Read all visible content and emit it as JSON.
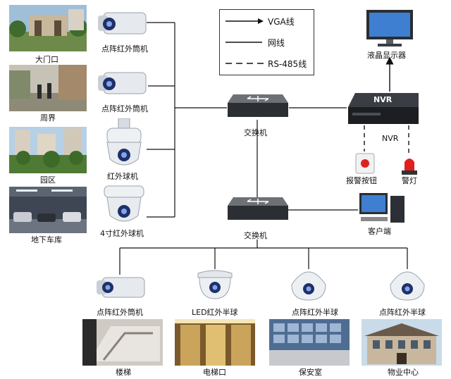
{
  "legend": {
    "vga": "VGA线",
    "network": "网线",
    "rs485": "RS-485线"
  },
  "scenes_left": [
    {
      "label": "大门口"
    },
    {
      "label": "周界"
    },
    {
      "label": "园区"
    },
    {
      "label": "地下车库"
    }
  ],
  "cameras_left": [
    {
      "label": "点阵红外筒机",
      "icon": "bullet-camera-icon"
    },
    {
      "label": "点阵红外筒机",
      "icon": "bullet-camera-icon"
    },
    {
      "label": "红外球机",
      "icon": "ptz-dome-camera-icon"
    },
    {
      "label": "4寸红外球机",
      "icon": "mini-ptz-camera-icon"
    }
  ],
  "switch_top": {
    "label": "交换机"
  },
  "switch_bottom": {
    "label": "交换机"
  },
  "nvr": {
    "badge": "NVR",
    "label": "NVR"
  },
  "monitor": {
    "label": "液晶显示器"
  },
  "alarm_button": {
    "label": "报警按钮"
  },
  "alarm_light": {
    "label": "警灯"
  },
  "client": {
    "label": "客户端"
  },
  "cameras_bottom": [
    {
      "label": "点阵红外筒机",
      "icon": "bullet-camera-icon"
    },
    {
      "label": "LED红外半球",
      "icon": "dome-camera-icon"
    },
    {
      "label": "点阵红外半球",
      "icon": "dome-camera-icon"
    },
    {
      "label": "点阵红外半球",
      "icon": "dome-camera-icon"
    }
  ],
  "scenes_bottom": [
    {
      "label": "楼梯"
    },
    {
      "label": "电梯口"
    },
    {
      "label": "保安室"
    },
    {
      "label": "物业中心"
    }
  ]
}
